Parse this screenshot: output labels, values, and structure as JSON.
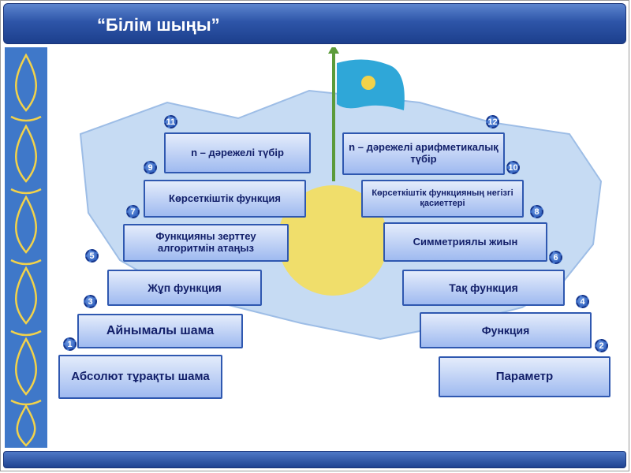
{
  "title": "“Білім шыңы”",
  "levels": [
    {
      "num": "1",
      "label": "Абсолют тұрақты шама"
    },
    {
      "num": "2",
      "label": "Параметр"
    },
    {
      "num": "3",
      "label": "Айнымалы шама"
    },
    {
      "num": "4",
      "label": "Функция"
    },
    {
      "num": "5",
      "label": "Жұп функция"
    },
    {
      "num": "6",
      "label": "Тақ функция"
    },
    {
      "num": "7",
      "label": "Функцияны зерттеу алгоритмін атаңыз"
    },
    {
      "num": "8",
      "label": "Симметриялы жиын"
    },
    {
      "num": "9",
      "label": "Көрсеткіштік функция"
    },
    {
      "num": "10",
      "label": "Көрсеткіштік функцияның негізгі қасиеттері"
    },
    {
      "num": "11",
      "label": "n – дәрежелі түбір"
    },
    {
      "num": "12",
      "label": "n – дәрежелі арифметикалық түбір"
    }
  ],
  "colors": {
    "frame_blue": "#2e55a8",
    "block_fill": "#9fbaf0",
    "text": "#13206a"
  }
}
